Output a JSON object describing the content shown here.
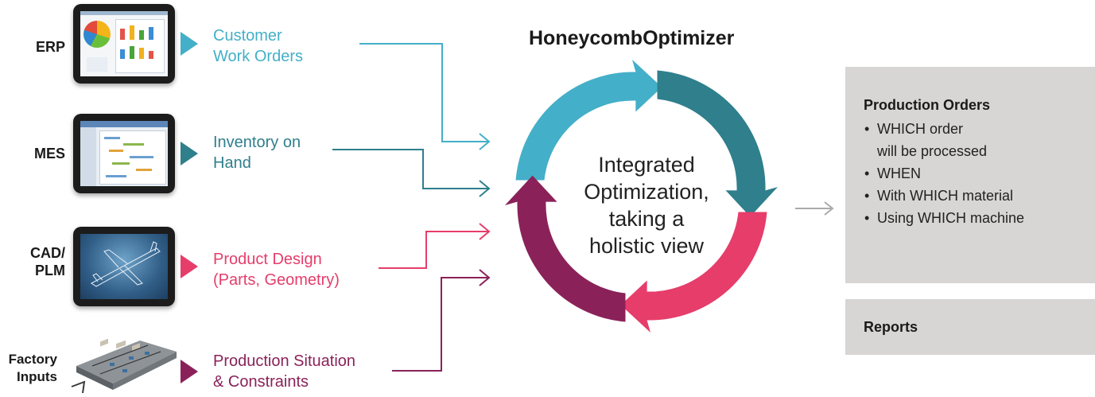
{
  "title": "HoneycombOptimizer",
  "center_text": [
    "Integrated",
    "Optimization,",
    "taking a",
    "holistic view"
  ],
  "colors": {
    "cyan": "#44afc8",
    "teal": "#2f7f8c",
    "pink": "#e63d6a",
    "purple": "#8a2259",
    "arrow_gray": "#aaaaaa",
    "panel_gray": "#d8d6d4"
  },
  "sources": [
    {
      "label": "ERP",
      "icon": "erp-dashboard-screenshot-icon"
    },
    {
      "label": "MES",
      "icon": "mes-schedule-screenshot-icon"
    },
    {
      "label": "CAD/\nPLM",
      "line1": "CAD/",
      "line2": "PLM",
      "icon": "cad-airplane-model-icon"
    },
    {
      "label": "Factory\nInputs",
      "line1": "Factory",
      "line2": "Inputs",
      "icon": "factory-floor-model-icon"
    }
  ],
  "inputs": [
    {
      "line1": "Customer",
      "line2": "Work Orders",
      "color": "#44afc8"
    },
    {
      "line1": "Inventory on",
      "line2": "Hand",
      "color": "#2f7f8c"
    },
    {
      "line1": "Product Design",
      "line2": "(Parts, Geometry)",
      "color": "#e63d6a"
    },
    {
      "line1": "Production Situation",
      "line2": "& Constraints",
      "color": "#8a2259"
    }
  ],
  "outputs": {
    "production_orders": {
      "heading": "Production Orders",
      "bullets": [
        "WHICH order",
        "will be processed",
        "WHEN",
        "With WHICH material",
        "Using WHICH machine"
      ]
    },
    "reports": {
      "heading": "Reports"
    }
  }
}
